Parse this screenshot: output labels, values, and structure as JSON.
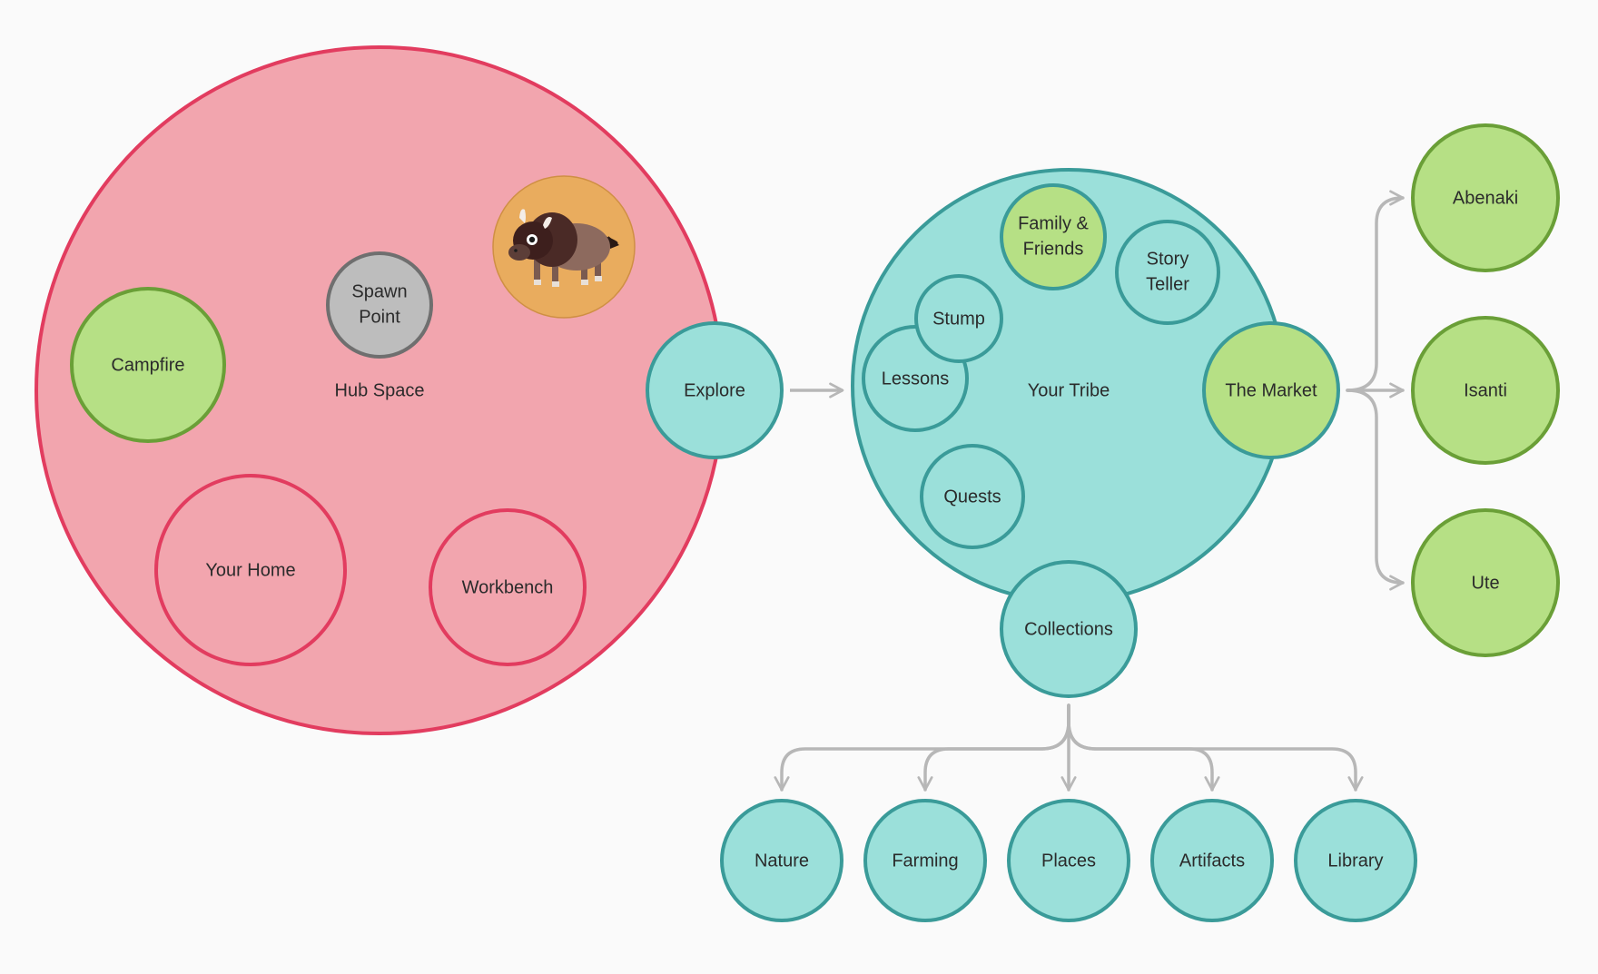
{
  "colors": {
    "hub_fill": "#f2a5ae",
    "hub_stroke": "#e23c5f",
    "teal_fill": "#9be0da",
    "teal_stroke": "#3a9b99",
    "green_fill": "#b6e085",
    "green_stroke": "#6a9f37",
    "gray_fill": "#bdbdbd",
    "gray_stroke": "#6f6f6f",
    "avatar_fill": "#e9ac5e",
    "arrow": "#b7b7b7",
    "background": "#fafafa"
  },
  "hub": {
    "label": "Hub Space",
    "spawn": {
      "line1": "Spawn",
      "line2": "Point"
    },
    "campfire": "Campfire",
    "home": "Your Home",
    "workbench": "Workbench",
    "avatar_icon": "bison-icon"
  },
  "explore": "Explore",
  "tribe": {
    "label": "Your Tribe",
    "family": {
      "line1": "Family &",
      "line2": "Friends"
    },
    "story": {
      "line1": "Story",
      "line2": "Teller"
    },
    "stump": "Stump",
    "lessons": "Lessons",
    "quests": "Quests",
    "market": "The Market"
  },
  "collections": {
    "label": "Collections",
    "items": [
      "Nature",
      "Farming",
      "Places",
      "Artifacts",
      "Library"
    ]
  },
  "market_destinations": [
    "Abenaki",
    "Isanti",
    "Ute"
  ]
}
